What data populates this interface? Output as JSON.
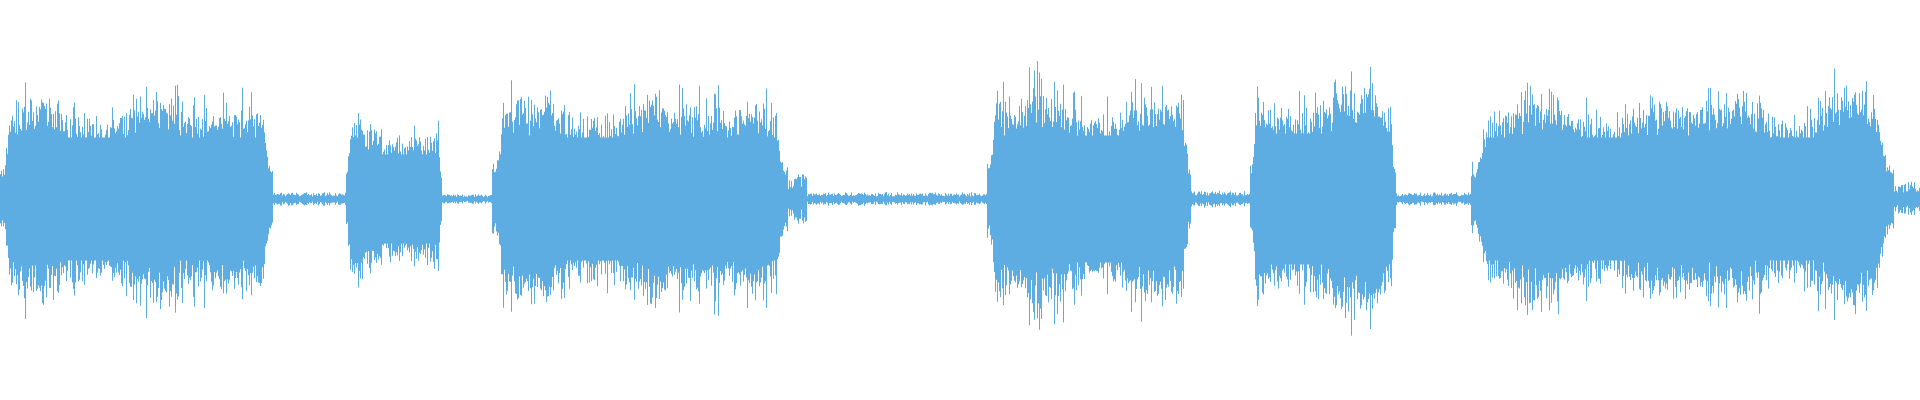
{
  "waveform": {
    "color": "#5dade2",
    "background": "#ffffff",
    "segments": [
      {
        "start": 0.0,
        "end": 0.142,
        "type": "loud",
        "amp": 0.62
      },
      {
        "start": 0.142,
        "end": 0.18,
        "type": "quiet",
        "amp": 0.04
      },
      {
        "start": 0.18,
        "end": 0.23,
        "type": "loud",
        "amp": 0.45
      },
      {
        "start": 0.23,
        "end": 0.256,
        "type": "quiet",
        "amp": 0.03
      },
      {
        "start": 0.256,
        "end": 0.41,
        "type": "loud",
        "amp": 0.62
      },
      {
        "start": 0.41,
        "end": 0.42,
        "type": "quiet",
        "amp": 0.15
      },
      {
        "start": 0.42,
        "end": 0.514,
        "type": "quiet",
        "amp": 0.04
      },
      {
        "start": 0.514,
        "end": 0.62,
        "type": "loud",
        "amp": 0.64
      },
      {
        "start": 0.62,
        "end": 0.651,
        "type": "quiet",
        "amp": 0.05
      },
      {
        "start": 0.651,
        "end": 0.727,
        "type": "loud",
        "amp": 0.66
      },
      {
        "start": 0.727,
        "end": 0.766,
        "type": "quiet",
        "amp": 0.04
      },
      {
        "start": 0.766,
        "end": 0.986,
        "type": "loud",
        "amp": 0.62
      },
      {
        "start": 0.986,
        "end": 1.0,
        "type": "quiet",
        "amp": 0.1
      }
    ]
  }
}
